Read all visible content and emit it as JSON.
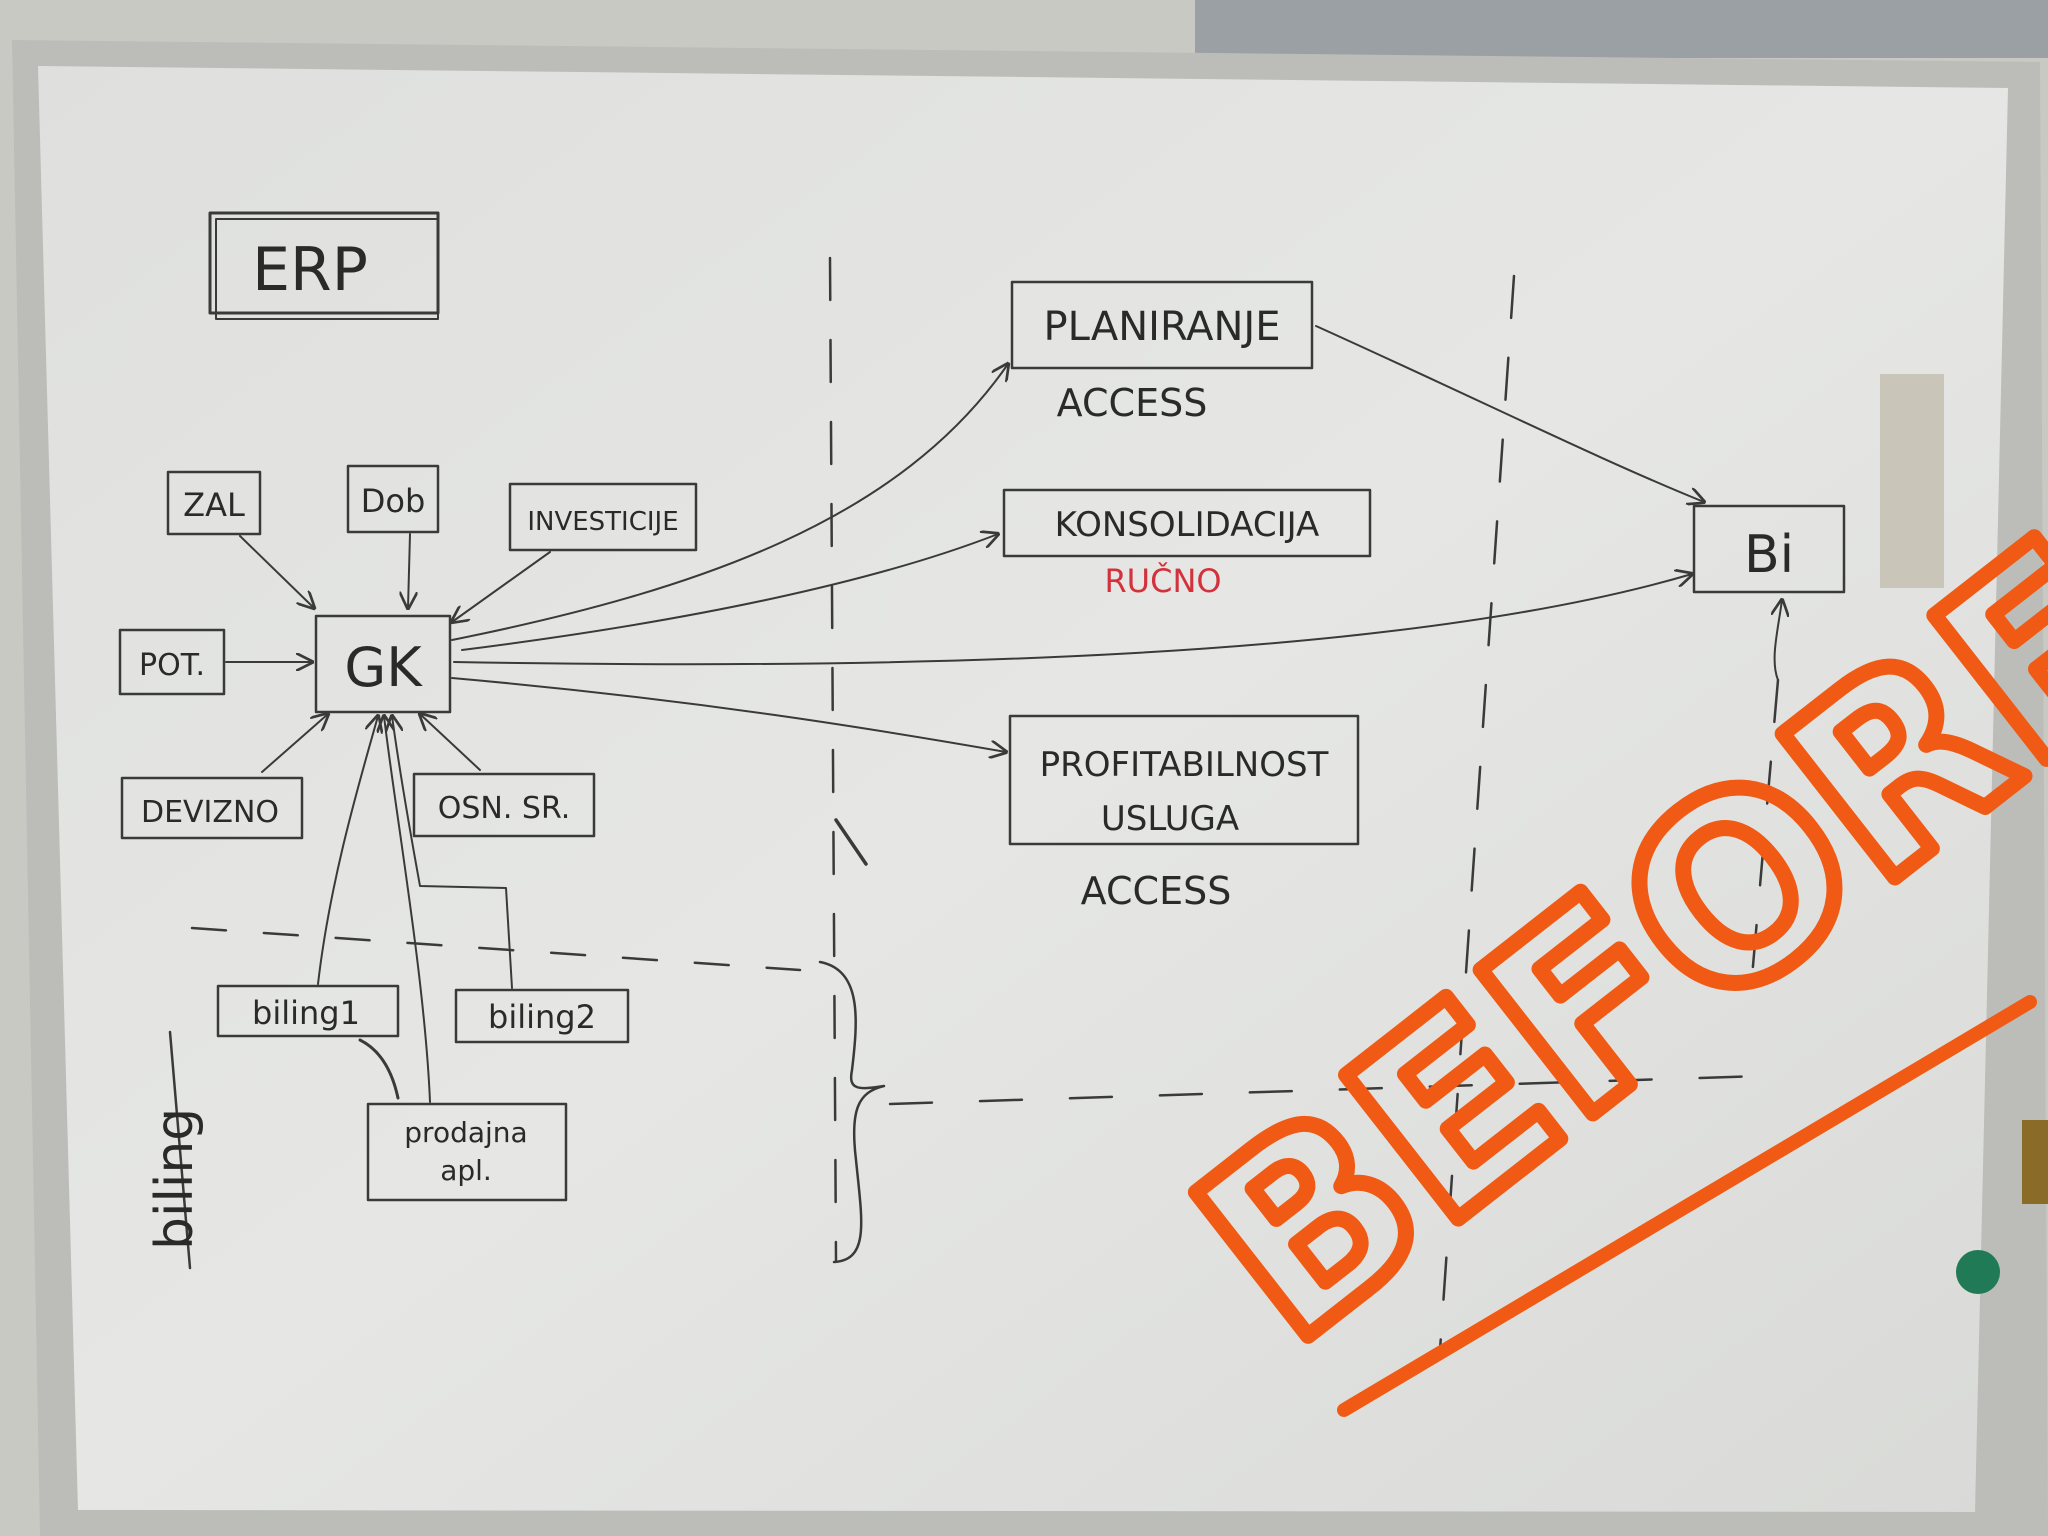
{
  "colors": {
    "ink": "#3a3a3a",
    "accent_red": "#d3323c",
    "stamp_orange": "#f05a14",
    "board": "#e4e5e3",
    "frame": "#b9bab6",
    "magnet": "#1f7a55"
  },
  "boxes": {
    "erp": "ERP",
    "zal": "ZAL",
    "dob": "Dob",
    "investicije": "INVESTICIJE",
    "pot": "POT.",
    "gk": "GK",
    "devizno": "DEVIZNO",
    "osn_sr": "OSN. SR.",
    "biling1": "biling1",
    "biling2": "biling2",
    "prodajna_line1": "prodajna",
    "prodajna_line2": "apl.",
    "planiranje": "PLANIRANJE",
    "konsolidacija": "KONSOLIDACIJA",
    "profitabilnost_line1": "PROFITABILNOST",
    "profitabilnost_line2": "USLUGA",
    "bi": "Bi"
  },
  "annotations": {
    "access_1": "ACCESS",
    "rucno": "RUČNO",
    "access_2": "ACCESS",
    "biling_side": "biling",
    "stamp": "BEFORE"
  }
}
